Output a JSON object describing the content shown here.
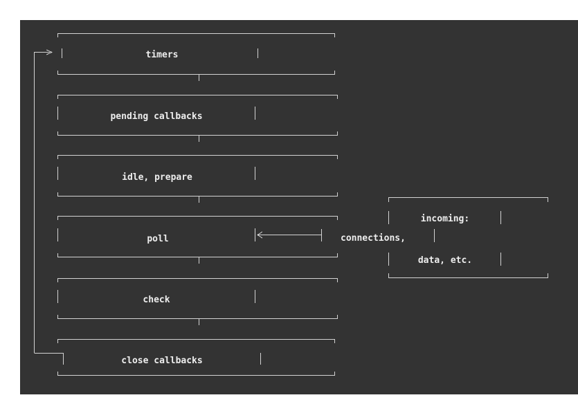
{
  "phases": [
    {
      "label": "timers"
    },
    {
      "label": "pending callbacks"
    },
    {
      "label": "idle, prepare"
    },
    {
      "label": "poll"
    },
    {
      "label": "check"
    },
    {
      "label": "close callbacks"
    }
  ],
  "incoming": {
    "line1": "incoming:",
    "line2": "connections,",
    "line3": "data, etc."
  },
  "colors": {
    "background": "#333333",
    "line": "#d4d4d4",
    "text": "#eeeeee"
  }
}
